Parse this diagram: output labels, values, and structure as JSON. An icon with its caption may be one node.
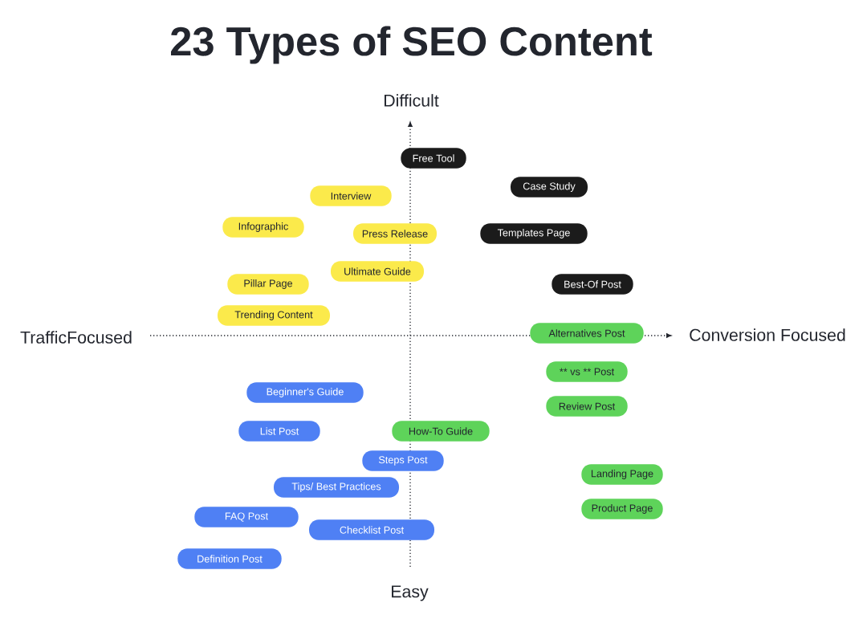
{
  "diagram": {
    "title": "23 Types of SEO Content",
    "nodes": [
      {
        "text": [
          "Free Tool"
        ]
      },
      {
        "text": [
          "Case Study"
        ]
      },
      {
        "text": [
          "Interview"
        ]
      },
      {
        "text": [
          "Infographic"
        ]
      },
      {
        "text": [
          "Press Release"
        ]
      },
      {
        "text": [
          "Templates Page"
        ]
      },
      {
        "text": [
          "Ultimate Guide"
        ]
      },
      {
        "text": [
          "Pillar Page"
        ]
      },
      {
        "text": [
          "Best-Of Post"
        ]
      },
      {
        "text": [
          "Trending Content"
        ]
      },
      {
        "text": [
          "Alternatives Post"
        ]
      },
      {
        "text": [
          "** vs ** Post"
        ]
      },
      {
        "text": [
          "Beginner's Guide"
        ]
      },
      {
        "text": [
          "Review Post"
        ]
      },
      {
        "text": [
          "List Post"
        ]
      },
      {
        "text": [
          "How-To Guide"
        ]
      },
      {
        "text": [
          "Steps Post"
        ]
      },
      {
        "text": [
          "Tips/ Best Practices"
        ]
      },
      {
        "text": [
          "Landing Page"
        ]
      },
      {
        "text": [
          "Product Page"
        ]
      },
      {
        "text": [
          "FAQ Post"
        ]
      },
      {
        "text": [
          "Checklist Post"
        ]
      },
      {
        "text": [
          "Definition Post"
        ]
      }
    ],
    "edges": [],
    "labels": [
      "Difficult",
      "TrafficFocused",
      "Conversion Focused",
      "Easy"
    ]
  }
}
